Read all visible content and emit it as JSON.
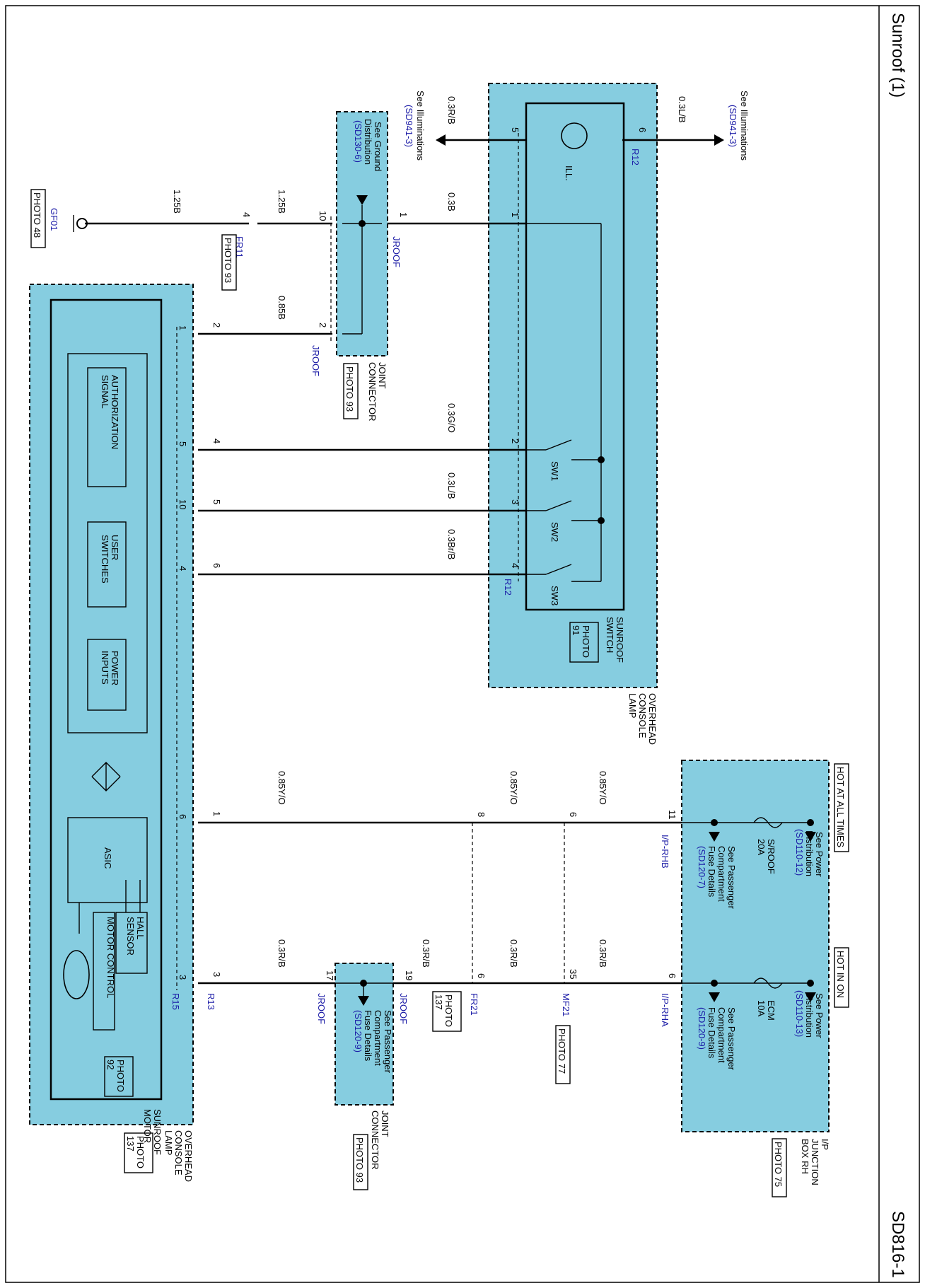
{
  "page": {
    "title": "Sunroof (1)",
    "code": "SD816-1"
  },
  "wires": {
    "w_125B_a": "1.25B",
    "w_125B_b": "1.25B",
    "w_03B": "0.3B",
    "w_085B": "0.85B",
    "w_03RB_top": "0.3R/B",
    "w_03LB_top": "0.3L/B",
    "w_03GO": "0.3G/O",
    "w_03LB": "0.3L/B",
    "w_03BrB": "0.3Br/B",
    "w_085YO_a": "0.85Y/O",
    "w_085YO_b": "0.85Y/O",
    "w_085YO_c": "0.85Y/O",
    "w_03RB_a": "0.3R/B",
    "w_03RB_b": "0.3R/B",
    "w_03RB_c": "0.3R/B",
    "w_03RB_d": "0.3R/B"
  },
  "pins": {
    "gf_fr11": "4",
    "jroof10": "10",
    "jroof1": "1",
    "jroof2": "2",
    "sw5": "5",
    "sw6": "6",
    "sw1": "1",
    "sw2": "2",
    "sw3": "3",
    "sw4": "4",
    "mot_a2": "2",
    "mot_a1": "1",
    "mot_b4": "4",
    "mot_b5": "5",
    "mot_c5": "5",
    "mot_c10": "10",
    "mot_d6": "6",
    "mot_d4": "4",
    "mot_e1": "1",
    "mot_e6": "6",
    "mot_f3": "3",
    "mot_f3b": "3",
    "j11": "11",
    "j6": "6",
    "mf_6": "6",
    "mf_35": "35",
    "fr_8": "8",
    "fr_6": "6",
    "jr19": "19",
    "jr17": "17"
  },
  "connectors": {
    "fr11": "FR11",
    "jroof_a": "JROOF",
    "jroof_b": "JROOF",
    "jroof_c": "JROOF",
    "jroof_d": "JROOF",
    "r12_a": "R12",
    "r12_b": "R12",
    "r13": "R13",
    "r15": "R15",
    "iprhb": "I/P-RHB",
    "iprha": "I/P-RHA",
    "mf21": "MF21",
    "fr21": "FR21",
    "gf01": "GF01"
  },
  "photos": {
    "p48": "PHOTO 48",
    "p93a": "PHOTO 93",
    "p93b": "PHOTO 93",
    "p93c": "PHOTO 93",
    "p91a": "PHOTO",
    "p91b": "91",
    "p92a": "PHOTO",
    "p92b": "92",
    "p137a": "PHOTO",
    "p137b": "137",
    "p137c": "PHOTO",
    "p137d": "137",
    "p77": "PHOTO 77",
    "p75": "PHOTO 75"
  },
  "refs": {
    "see_illum_l": "See Illuminations",
    "sd941_l": "(SD941-3)",
    "see_illum_r": "See Illuminations",
    "sd941_r": "(SD941-3)",
    "ground1": "See Ground",
    "ground2": "Distribution",
    "ground3": "(SD130-6)",
    "pwr12_1": "See Power",
    "pwr12_2": "Distribution",
    "pwr12_3": "(SD110-12)",
    "pwr13_1": "See Power",
    "pwr13_2": "Distribution",
    "pwr13_3": "(SD110-13)",
    "pc7_1": "See Passenger",
    "pc7_2": "Compartment",
    "pc7_3": "Fuse Details",
    "pc7_4": "(SD120-7)",
    "pc9_1": "See Passenger",
    "pc9_2": "Compartment",
    "pc9_3": "Fuse Details",
    "pc9_4": "(SD120-9)",
    "pc9j_1": "See Passenger",
    "pc9j_2": "Compartment",
    "pc9j_3": "Fuse Details",
    "pc9j_4": "(SD120-9)"
  },
  "labels": {
    "ill": "ILL.",
    "sw1": "SW1",
    "sw2": "SW2",
    "sw3": "SW3",
    "sunroof_switch_1": "SUNROOF",
    "sunroof_switch_2": "SWITCH",
    "ocl_1": "OVERHEAD",
    "ocl_2": "CONSOLE",
    "ocl_3": "LAMP",
    "ocl2_1": "OVERHEAD",
    "ocl2_2": "CONSOLE",
    "ocl2_3": "LAMP",
    "jc1_1": "JOINT",
    "jc1_2": "CONNECTOR",
    "jc2_1": "JOINT",
    "jc2_2": "CONNECTOR",
    "auth1": "AUTHORIZATION",
    "auth2": "SIGNAL",
    "user1": "USER",
    "user2": "SWITCHES",
    "power1": "POWER",
    "power2": "INPUTS",
    "asic": "ASIC",
    "hall1": "HALL",
    "hall2": "SENSOR",
    "motor_control": "MOTOR CONTROL",
    "sm1": "SUNROOF",
    "sm2": "MOTOR",
    "hot_all": "HOT AT ALL TIMES",
    "hot_on": "HOT IN ON",
    "sroof": "S/ROOF",
    "a20": "20A",
    "ecm": "ECM",
    "a10": "10A",
    "ipj1": "I/P",
    "ipj2": "JUNCTION",
    "ipj3": "BOX RH"
  }
}
